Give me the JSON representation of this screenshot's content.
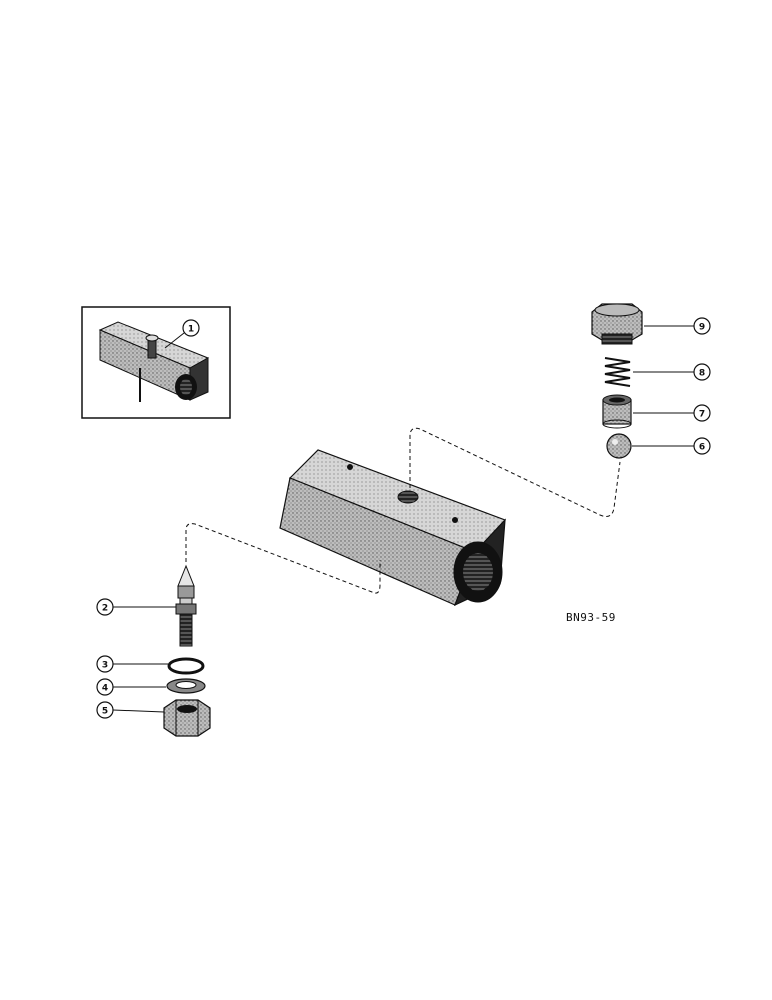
{
  "diagram": {
    "reference_code": "BN93-59",
    "callouts": [
      {
        "id": "1",
        "part": "valve assembly (inset)"
      },
      {
        "id": "2",
        "part": "seat"
      },
      {
        "id": "3",
        "part": "o-ring"
      },
      {
        "id": "4",
        "part": "washer"
      },
      {
        "id": "5",
        "part": "nut"
      },
      {
        "id": "6",
        "part": "ball"
      },
      {
        "id": "7",
        "part": "guide"
      },
      {
        "id": "8",
        "part": "spring"
      },
      {
        "id": "9",
        "part": "plug"
      }
    ]
  },
  "colors": {
    "ink": "#111111",
    "paper": "#ffffff"
  }
}
